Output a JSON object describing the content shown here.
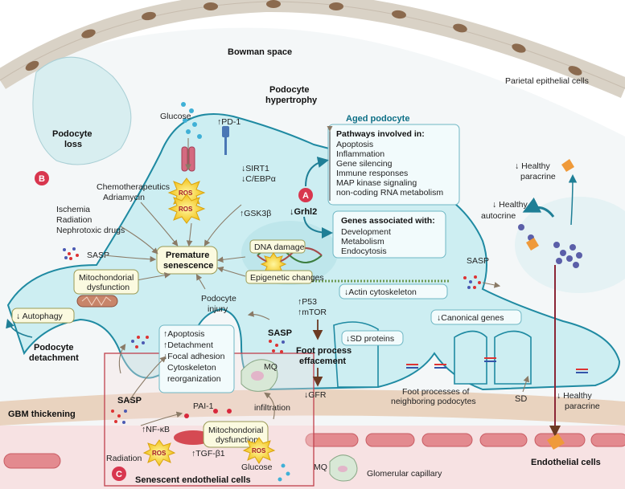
{
  "labels": {
    "bowman_space": "Bowman space",
    "parietal_epithelial_cells": "Parietal epithelial cells",
    "podocyte_hypertrophy_1": "Podocyte",
    "podocyte_hypertrophy_2": "hypertrophy",
    "podocyte_loss_1": "Podocyte",
    "podocyte_loss_2": "loss",
    "aged_podocyte": "Aged podocyte",
    "glucose_top": "Glucose",
    "pd1": "PD-1",
    "sirt1": "SIRT1",
    "cebpa": "C/EBPα",
    "gsk3b": "GSK3β",
    "grhl2": "Grhl2",
    "chemo": "Chemotherapeutics",
    "adriamycin": "Adriamycin",
    "ischemia": "Ischemia",
    "radiation_top": "Radiation",
    "nephrotoxic": "Nephrotoxic drugs",
    "sasp_left": "SASP",
    "premature_1": "Premature",
    "premature_2": "senescence",
    "dna_damage": "DNA damage",
    "epigenetic": "Epigenetic changes",
    "mito_top_1": "Mitochondorial",
    "mito_top_2": "dysfunction",
    "podocyte_injury_1": "Podocyte",
    "podocyte_injury_2": "injury",
    "autophagy": "Autophagy",
    "p53": "P53",
    "mtor": "mTOR",
    "actin": "Actin cytoskeleton",
    "sasp_right": "SASP",
    "healthy_autocrine_1": "Healthy",
    "healthy_autocrine_2": "autocrine",
    "healthy_paracrine_top_1": "Healthy",
    "healthy_paracrine_top_2": "paracrine",
    "canonical_genes": "Canonical genes",
    "sd_proteins": "SD proteins",
    "foot_process_1": "Foot process",
    "foot_process_2": "effacement",
    "gfr": "GFR",
    "foot_neighbor_1": "Foot processes of",
    "foot_neighbor_2": "neighboring podocytes",
    "sd": "SD",
    "healthy_paracrine_bottom_1": "Healthy",
    "healthy_paracrine_bottom_2": "paracrine",
    "podocyte_detachment_1": "Podocyte",
    "podocyte_detachment_2": "detachment",
    "gbm_thickening": "GBM thickening",
    "sasp_mid": "SASP",
    "mq_infiltration_1": "MQ",
    "mq_infiltration_2": "infiltration",
    "sasp_endo": "SASP",
    "pai1": "PAI-1",
    "nfkb": "NF-κB",
    "ros": "ROS",
    "mito_bottom_1": "Mitochondorial",
    "mito_bottom_2": "dysfunction",
    "tgfb1": "TGF-β1",
    "radiation_bottom": "Radiation",
    "glucose_bottom": "Glucose",
    "senescent_endothelial": "Senescent endothelial cells",
    "mq_bottom": "MQ",
    "glomerular_capillary": "Glomerular capillary",
    "endothelial_cells": "Endothelial cells",
    "badge_a": "A",
    "badge_b": "B",
    "badge_c": "C"
  },
  "pathways": {
    "title": "Pathways involved in:",
    "items": [
      "Apoptosis",
      "Inflammation",
      "Gene silencing",
      "Immune responses",
      "MAP kinase signaling",
      "non-coding RNA metabolism"
    ]
  },
  "genes": {
    "title": "Genes associated with:",
    "items": [
      "Development",
      "Metabolism",
      "Endocytosis"
    ]
  },
  "effects": {
    "items": [
      "Apoptosis",
      "Detachment",
      "Focal adhesion",
      "Cytoskeleton",
      "reorganization"
    ]
  },
  "colors": {
    "podocyte_fill": "#cdeef2",
    "podocyte_stroke": "#1f8aa2",
    "accent_teal": "#0c6f86",
    "badge_red": "#d8364e",
    "gbm": "#e9d3bf",
    "capillary": "#f6dcde",
    "arrow_dark": "#6b3a22"
  }
}
